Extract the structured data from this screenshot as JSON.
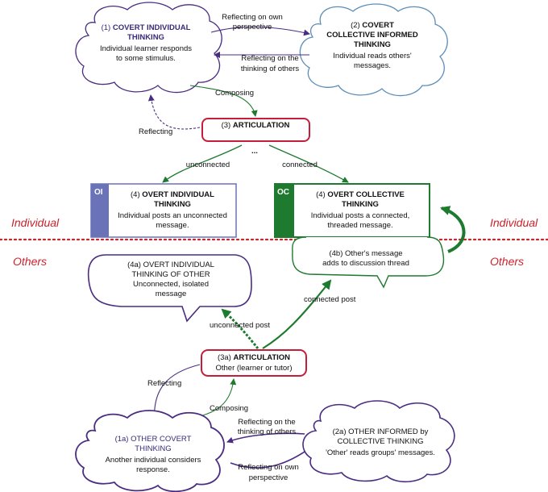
{
  "sides": {
    "top_left": "Individual",
    "top_right": "Individual",
    "bottom_left": "Others",
    "bottom_right": "Others"
  },
  "nodes": {
    "covert_individual": {
      "prefix": "(1) ",
      "title_l1": "COVERT INDIVIDUAL",
      "title_l2": "THINKING",
      "desc_l1": "Individual learner responds",
      "desc_l2": "to some stimulus."
    },
    "covert_collective": {
      "prefix": "(2) ",
      "title_l1": "COVERT",
      "title_l2": "COLLECTIVE INFORMED",
      "title_l3": "THINKING",
      "desc_l1": "Individual reads others'",
      "desc_l2": "messages."
    },
    "articulation": {
      "prefix": "(3) ",
      "title": "ARTICULATION"
    },
    "ellipsis": "...",
    "overt_individual": {
      "badge": "OI",
      "prefix": "(4) ",
      "title_l1": "OVERT INDIVIDUAL",
      "title_l2": "THINKING",
      "desc_l1": "Individual posts an unconnected",
      "desc_l2": "message."
    },
    "overt_collective": {
      "badge": "OC",
      "prefix": "(4) ",
      "title_l1": "OVERT COLLECTIVE",
      "title_l2": "THINKING",
      "desc_l1": "Individual  posts a connected,",
      "desc_l2": "threaded message."
    },
    "others_message": {
      "l1": "(4b) Other's message",
      "l2": "adds to discussion thread"
    },
    "overt_individual_other": {
      "l1": "(4a) OVERT INDIVIDUAL",
      "l2": "THINKING OF OTHER",
      "l3": "Unconnected, isolated",
      "l4": "message"
    },
    "articulation_other": {
      "prefix": "(3a) ",
      "title": "ARTICULATION",
      "desc": "Other (learner or tutor)"
    },
    "other_covert": {
      "l1": "(1a) OTHER COVERT",
      "l2": "THINKING",
      "desc_l1": "Another individual considers",
      "desc_l2": "response."
    },
    "other_informed": {
      "l1": "(2a) OTHER INFORMED by",
      "l2": "COLLECTIVE THINKING",
      "desc_l1": "'Other' reads groups' messages."
    }
  },
  "edges": {
    "reflecting_own_top_l1": "Reflecting on own",
    "reflecting_own_top_l2": "perspective",
    "reflecting_others_top_l1": "Reflecting on the",
    "reflecting_others_top_l2": "thinking of others",
    "composing_top": "Composing",
    "reflecting_top": "Reflecting",
    "unconnected": "unconnected",
    "connected": "connected",
    "connected_post": "connected post",
    "unconnected_post": "unconnected post",
    "reflecting_bottom": "Reflecting",
    "composing_bottom": "Composing",
    "reflecting_others_bottom_l1": "Reflecting on the",
    "reflecting_others_bottom_l2": "thinking of others",
    "reflecting_own_bottom_l1": "Reflecting on own",
    "reflecting_own_bottom_l2": "perspective"
  },
  "colors": {
    "purple": "#4a2d82",
    "blue": "#5b8db8",
    "red": "#c41e3a",
    "green": "#1e7a2e",
    "slate": "#6a72b8",
    "divider": "#d0202a"
  }
}
